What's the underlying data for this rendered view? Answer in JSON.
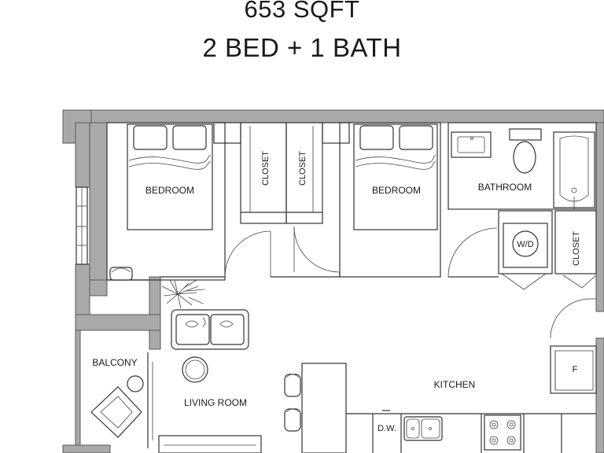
{
  "header": {
    "area": "653 SQFT",
    "layout": "2 BED + 1 BATH"
  },
  "rooms": {
    "bedroom_1": "BEDROOM",
    "closet_1": "CLOSET",
    "closet_2": "CLOSET",
    "bedroom_2": "BEDROOM",
    "bathroom": "BATHROOM",
    "washer_dryer": "W/D",
    "closet_3": "CLOSET",
    "balcony": "BALCONY",
    "living_room": "LIVING ROOM",
    "kitchen": "KITCHEN",
    "fridge": "F",
    "dishwasher": "D.W."
  },
  "colors": {
    "wall_fill": "#a9a9a9",
    "line": "#333333"
  }
}
